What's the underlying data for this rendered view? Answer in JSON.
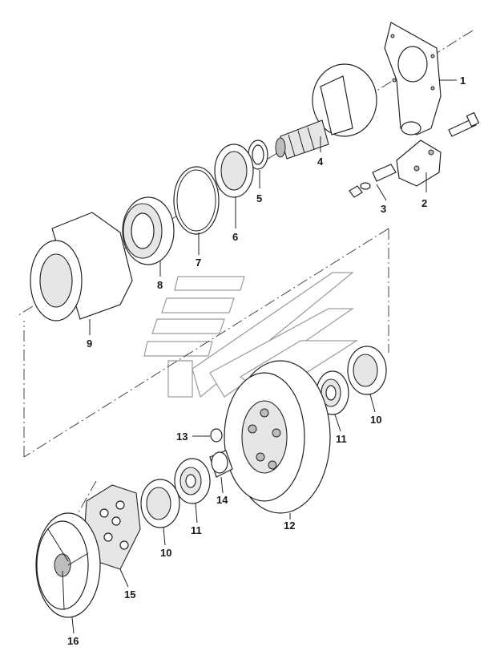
{
  "callouts": [
    {
      "id": "1",
      "label": "1"
    },
    {
      "id": "2",
      "label": "2"
    },
    {
      "id": "3",
      "label": "3"
    },
    {
      "id": "4",
      "label": "4"
    },
    {
      "id": "5",
      "label": "5"
    },
    {
      "id": "6",
      "label": "6"
    },
    {
      "id": "7",
      "label": "7"
    },
    {
      "id": "8",
      "label": "8"
    },
    {
      "id": "9",
      "label": "9"
    },
    {
      "id": "10a",
      "label": "10"
    },
    {
      "id": "11a",
      "label": "11"
    },
    {
      "id": "12",
      "label": "12"
    },
    {
      "id": "13",
      "label": "13"
    },
    {
      "id": "14",
      "label": "14"
    },
    {
      "id": "11b",
      "label": "11"
    },
    {
      "id": "10b",
      "label": "10"
    },
    {
      "id": "15",
      "label": "15"
    },
    {
      "id": "16",
      "label": "16"
    }
  ],
  "colors": {
    "line": "#222222",
    "watermark": "#9a9a9a",
    "background": "#ffffff"
  },
  "icons": {
    "watermark": "chevron-logo-watermark"
  }
}
